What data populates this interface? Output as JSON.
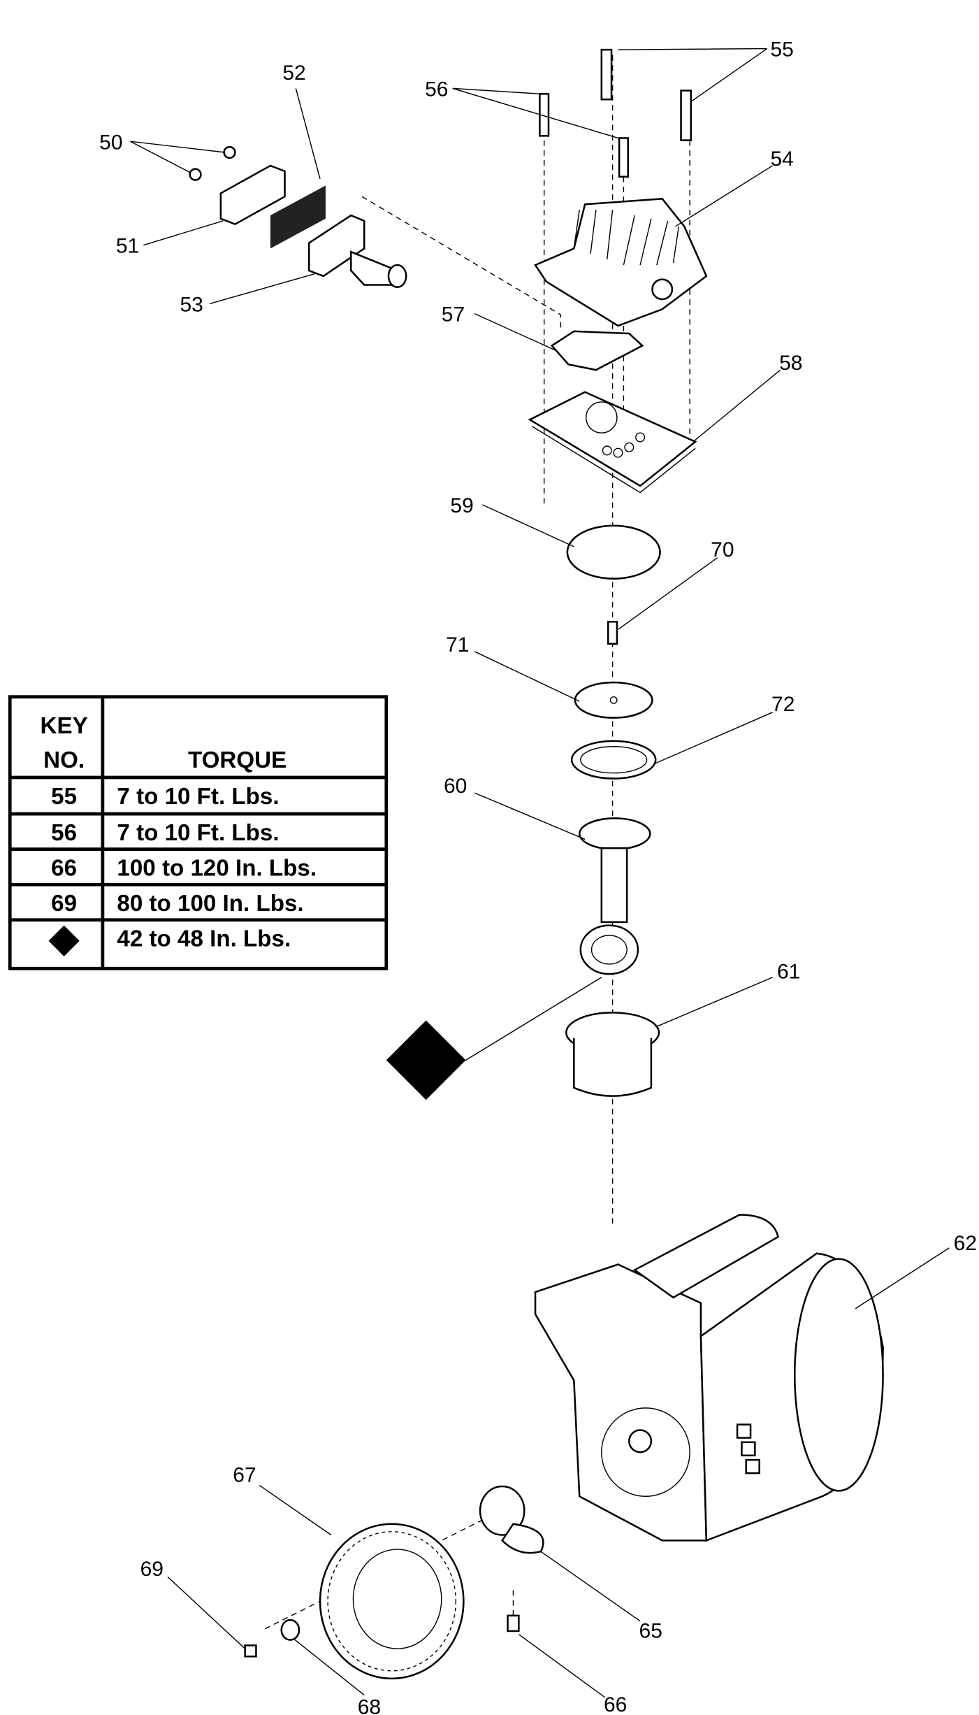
{
  "callouts": {
    "c50": "50",
    "c51": "51",
    "c52": "52",
    "c53": "53",
    "c54": "54",
    "c55": "55",
    "c56": "56",
    "c57": "57",
    "c58": "58",
    "c59": "59",
    "c60": "60",
    "c61": "61",
    "c62": "62",
    "c65": "65",
    "c66": "66",
    "c67": "67",
    "c68": "68",
    "c69": "69",
    "c70": "70",
    "c71": "71",
    "c72": "72"
  },
  "torque_table": {
    "header_key": "KEY",
    "header_no": "NO.",
    "header_torque": "TORQUE",
    "rows": [
      {
        "key": "55",
        "torque": "7 to 10 Ft. Lbs."
      },
      {
        "key": "56",
        "torque": "7 to 10 Ft. Lbs."
      },
      {
        "key": "66",
        "torque": "100 to 120 In. Lbs."
      },
      {
        "key": "69",
        "torque": "80 to 100 In. Lbs."
      },
      {
        "key": "diamond-symbol",
        "torque": "42 to 48 In. Lbs."
      }
    ]
  },
  "icons": {
    "torque_marker": "black-diamond"
  }
}
